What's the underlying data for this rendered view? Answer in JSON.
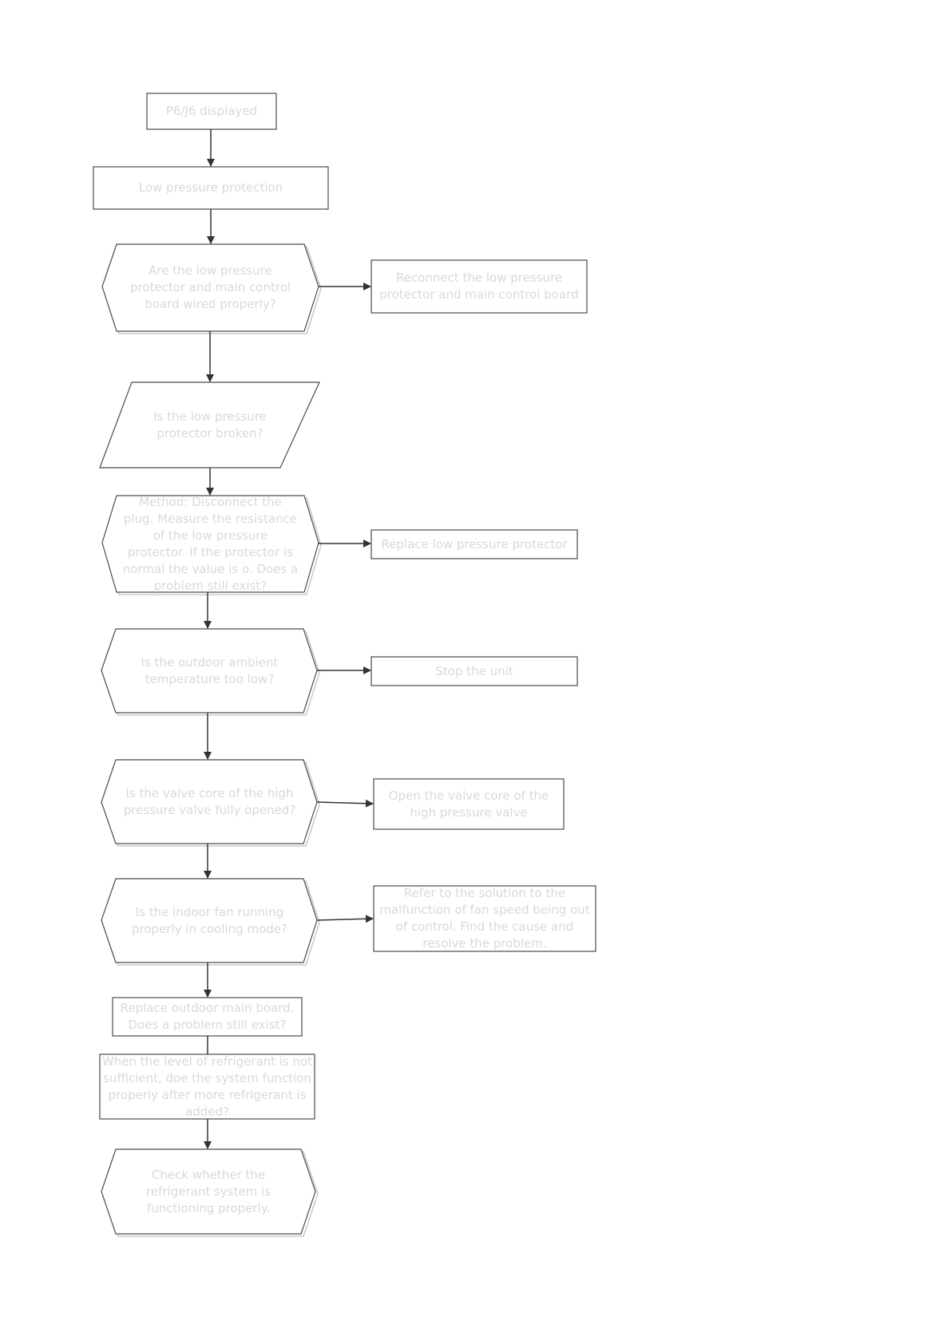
{
  "colors": {
    "border": "#4a4a4a",
    "text": "#d9d9d9",
    "connector": "#333333",
    "shadow": "#c8c8c8"
  },
  "nodes": {
    "start": "P6/J6 displayed",
    "protection": "Low pressure protection",
    "q_wiring": "Are the low pressure\nprotector and main control\nboard wired properly?",
    "a_reconnect": "Reconnect the low pressure\nprotector and main control board",
    "q_broken": "Is the low pressure\nprotector broken?",
    "q_method": "Method: Disconnect the\nplug. Measure the resistance\nof the low pressure\nprotector. If the protector is\nnormal the value is o. Does a\nproblem still exist?",
    "a_replace": "Replace low pressure protector",
    "q_ambient": "Is the outdoor ambient\ntemperature too low?",
    "a_stop": "Stop the unit",
    "q_valve": "Is the valve core of the high\npressure valve fully opened?",
    "a_open_valve": "Open the valve core of the\nhigh pressure valve",
    "q_fan": "Is  the indoor fan running\nproperly in cooling mode?",
    "a_fan_solution": "Refer to the solution to the\nmalfunction of fan speed being out\nof control. Find the cause and\nresolve the problem.",
    "replace_board": "Replace outdoor main board.\nDoes a problem still exist?",
    "refrigerant": "When the level of refrigerant is not\nsufficient, doe the system function\nproperly after more refrigerant is\nadded?",
    "check_system": "Check whether the\nrefrigerant system is\nfunctioning properly."
  }
}
